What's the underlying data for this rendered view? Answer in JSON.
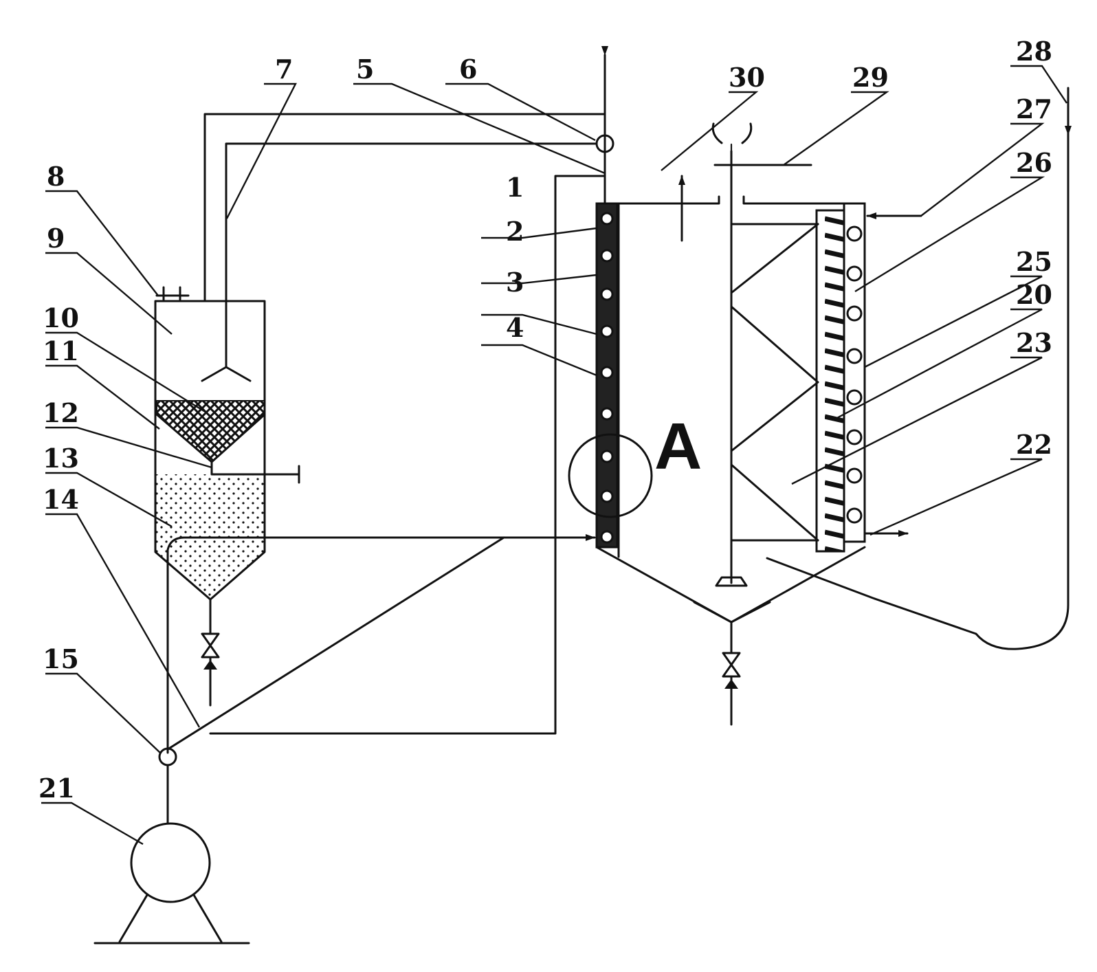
{
  "figure": {
    "labels": [
      "1",
      "2",
      "3",
      "4",
      "5",
      "6",
      "7",
      "8",
      "9",
      "10",
      "11",
      "12",
      "13",
      "14",
      "15",
      "20",
      "21",
      "22",
      "23",
      "25",
      "26",
      "27",
      "28",
      "29",
      "30"
    ],
    "detail_mark": "A"
  }
}
